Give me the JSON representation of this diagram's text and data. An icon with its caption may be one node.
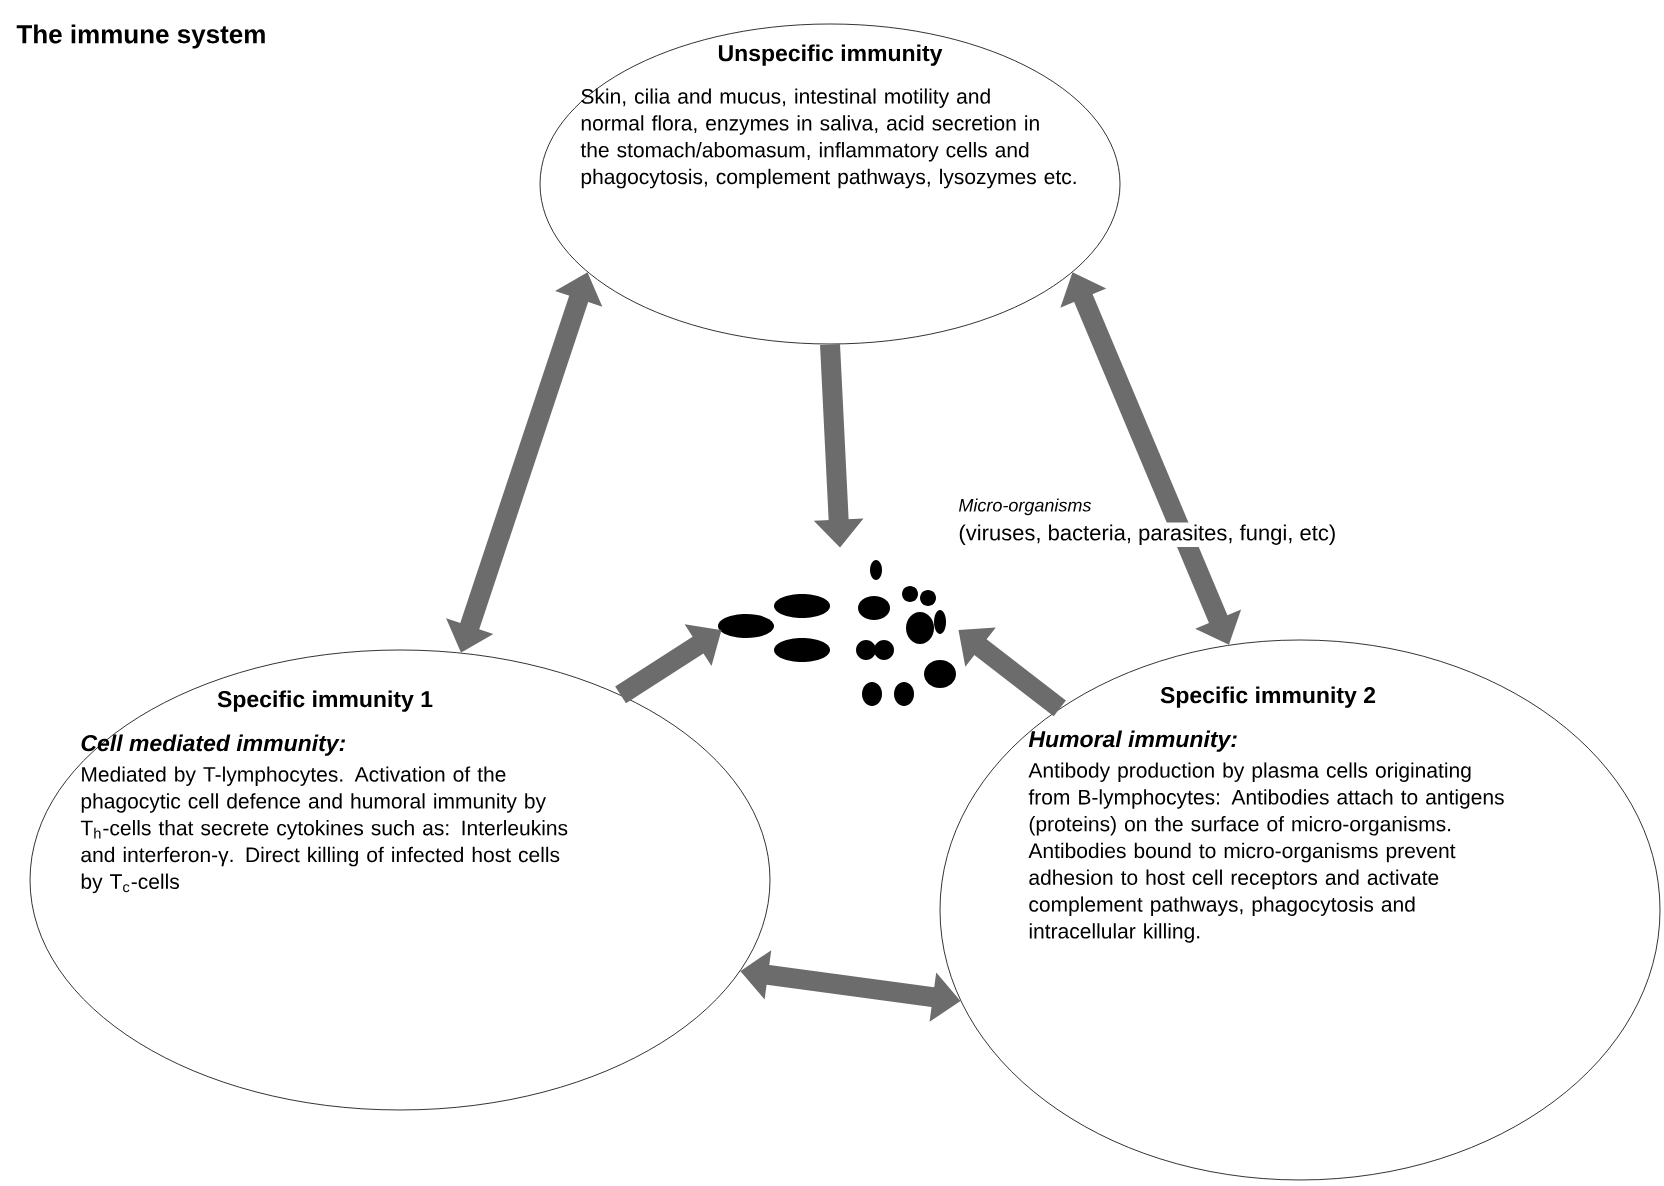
{
  "diagram": {
    "title": "The immune system",
    "nodes": [
      {
        "text": [
          "Unspecific immunity",
          "Skin, cilia and mucus, intestinal motility and normal flora, enzymes in saliva, acid secretion in the stomach/abomasum, inflammatory cells and phagocytosis, complement pathways, lysozymes etc."
        ]
      },
      {
        "text": [],
        "shape": "picture",
        "beside": [
          "Micro-organisms",
          "(viruses, bacteria, parasites, fungi, etc)"
        ]
      },
      {
        "text": [
          "Specific immunity 1",
          "Cell mediated immunity:",
          "Mediated by T-lymphocytes. Activation of the phagocytic cell defence and humoral immunity by T$_{h}$-cells that secrete cytokines such as: Interleukins and interferon-γ. Direct killing of infected host cells by T$_{c}$-cells"
        ]
      },
      {
        "text": [
          "Specific immunity 2",
          "Humoral immunity:",
          "Antibody production by plasma cells originating from B-lymphocytes: Antibodies attach to antigens (proteins) on the surface of micro-organisms. Antibodies bound to micro-organisms prevent adhesion to host cell receptors and activate complement pathways, phagocytosis and intracellular killing."
        ]
      }
    ],
    "edges": [
      {
        "from": 0,
        "to": 2,
        "arrow": "both"
      },
      {
        "from": 0,
        "to": 1,
        "arrow": "to"
      },
      {
        "from": 0,
        "to": 3,
        "arrow": "both"
      },
      {
        "from": 2,
        "to": 1,
        "arrow": "to"
      },
      {
        "from": 3,
        "to": 1,
        "arrow": "to"
      },
      {
        "from": 2,
        "to": 3,
        "arrow": "both"
      }
    ]
  }
}
